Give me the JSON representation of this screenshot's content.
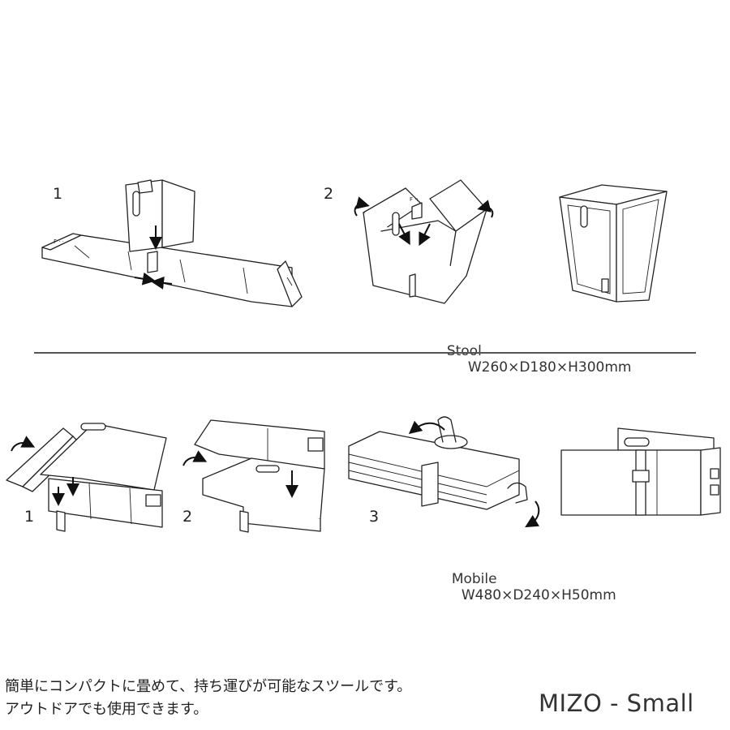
{
  "stool": {
    "steps": [
      "1",
      "2"
    ],
    "name": "Stool",
    "dimensions": "W260×D180×H300mm"
  },
  "mobile": {
    "steps": [
      "1",
      "2",
      "3"
    ],
    "name": "Mobile",
    "dimensions": "W480×D240×H50mm"
  },
  "description": {
    "line1": "簡単にコンパクトに畳めて、持ち運びが可能なスツールです。",
    "line2": "アウトドアでも使用できます。"
  },
  "product_name": "MIZO - Small"
}
